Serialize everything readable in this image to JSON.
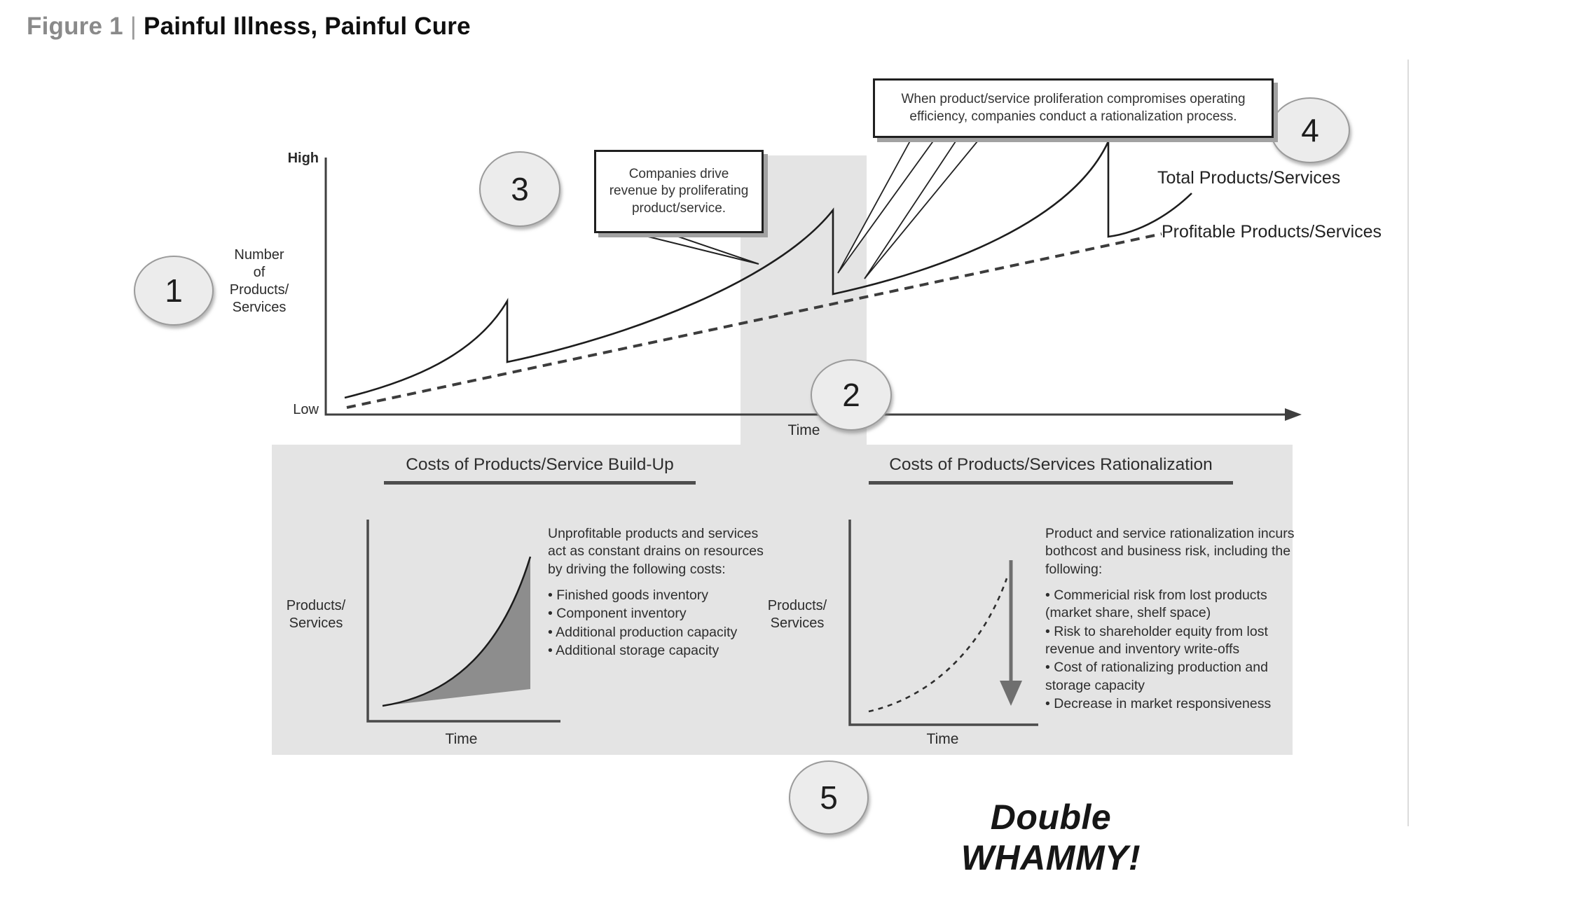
{
  "title": {
    "figure_label": "Figure 1",
    "separator": "|",
    "text": "Painful Illness, Painful Cure"
  },
  "main_chart": {
    "y_axis_top_label": "High",
    "y_axis_bottom_label": "Low",
    "y_label_lines": [
      "Number",
      "of",
      "Products/",
      "Services"
    ],
    "x_axis_label": "Time",
    "legend": {
      "total": "Total Products/Services",
      "profitable": "Profitable Products/Services"
    }
  },
  "callouts": {
    "proliferation": "Companies drive revenue by proliferating product/service.",
    "rationalization": "When product/service proliferation compromises operating efficiency, companies conduct a rationalization process."
  },
  "markers": {
    "m1": "1",
    "m2": "2",
    "m3": "3",
    "m4": "4",
    "m5": "5"
  },
  "panels": {
    "left": {
      "heading": "Costs of Products/Service Build-Up",
      "y_label_lines": [
        "Products/",
        "Services"
      ],
      "x_label": "Time",
      "intro": "Unprofitable products and services act as constant drains on resources by driving the following costs:",
      "bullets": [
        "Finished goods inventory",
        "Component inventory",
        "Additional production capacity",
        "Additional storage capacity"
      ]
    },
    "right": {
      "heading": "Costs of Products/Services Rationalization",
      "y_label_lines": [
        "Products/",
        "Services"
      ],
      "x_label": "Time",
      "intro": "Product and service rationalization incurs bothcost and business risk, including the following:",
      "bullets": [
        "Commericial risk from lost products (market share, shelf space)",
        "Risk to shareholder equity from lost revenue and inventory write-offs",
        "Cost of rationalizing production and storage capacity",
        "Decrease in market responsiveness"
      ]
    }
  },
  "footer": {
    "text": "Double WHAMMY!"
  },
  "colors": {
    "panel_gray": "#e4e4e4",
    "curve_black": "#1d1d1d",
    "axis_gray": "#3f3f3f",
    "mini_axis_gray": "#4a4a4a",
    "shade_gray": "#8d8d8d",
    "arrow_gray": "#6f6f6f",
    "circle_fill": "#ececec"
  },
  "chart_data": {
    "type": "line",
    "conceptual": true,
    "title": "Number of Products/Services over Time",
    "xlabel": "Time",
    "ylabel": "Number of Products/Services",
    "y_axis_range_labels": [
      "Low",
      "High"
    ],
    "series": [
      {
        "name": "Total Products/Services",
        "style": "solid sawtooth (exponential rises with sharp rationalization drops)",
        "approx_points_pct": [
          [
            2,
            4
          ],
          [
            19,
            40
          ],
          [
            19,
            19
          ],
          [
            52,
            72
          ],
          [
            52,
            43
          ],
          [
            81,
            96
          ],
          [
            81,
            63
          ],
          [
            89,
            78
          ]
        ]
      },
      {
        "name": "Profitable Products/Services",
        "style": "dashed, gently rising straight line",
        "approx_points_pct": [
          [
            2,
            2
          ],
          [
            86,
            64
          ]
        ]
      }
    ],
    "sub_charts": [
      {
        "name": "Costs of Products/Service Build-Up",
        "type": "area",
        "style": "exponential rise with shaded cost wedge",
        "xlabel": "Time",
        "ylabel": "Products/Services"
      },
      {
        "name": "Costs of Products/Services Rationalization",
        "type": "line",
        "style": "dashed exponential rise with large downward arrow",
        "xlabel": "Time",
        "ylabel": "Products/Services"
      }
    ]
  }
}
